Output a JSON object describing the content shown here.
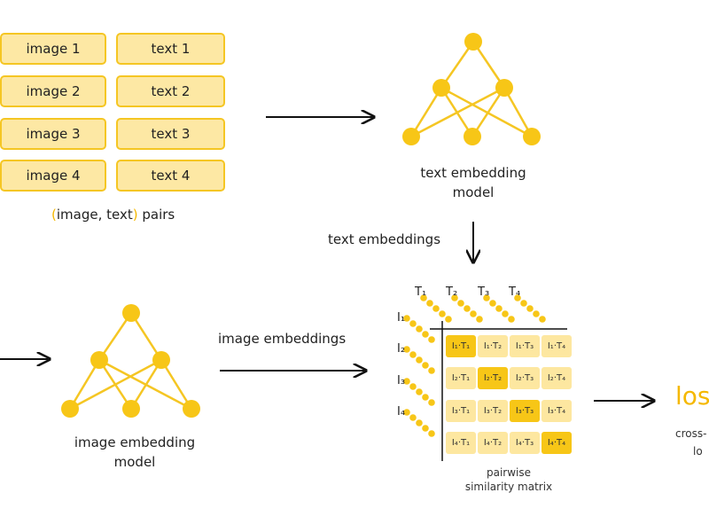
{
  "pairs": {
    "images": [
      "image 1",
      "image 2",
      "image 3",
      "image 4"
    ],
    "texts": [
      "text 1",
      "text 2",
      "text 3",
      "text 4"
    ],
    "caption_open": "(",
    "caption_image": "image, text",
    "caption_close": ")",
    "caption_tail": " pairs"
  },
  "text_model": {
    "line1": "text embedding",
    "line2": "model"
  },
  "image_model": {
    "line1": "image embedding",
    "line2": "model"
  },
  "text_embeddings_label": "text embeddings",
  "image_embeddings_label": "image embeddings",
  "matrix": {
    "col_labels": [
      "T₁",
      "T₂",
      "T₃",
      "T₄"
    ],
    "row_labels": [
      "I₁",
      "I₂",
      "I₃",
      "I₄"
    ],
    "cells": [
      [
        "I₁·T₁",
        "I₁·T₂",
        "I₁·T₃",
        "I₁·T₄"
      ],
      [
        "I₂·T₁",
        "I₂·T₂",
        "I₂·T₃",
        "I₂·T₄"
      ],
      [
        "I₃·T₁",
        "I₃·T₂",
        "I₃·T₃",
        "I₃·T₄"
      ],
      [
        "I₄·T₁",
        "I₄·T₂",
        "I₄·T₃",
        "I₄·T₄"
      ]
    ],
    "caption_line1": "pairwise",
    "caption_line2": "similarity matrix"
  },
  "loss": {
    "title": "los",
    "line1": "cross-",
    "line2": "lo"
  },
  "colors": {
    "accent": "#f5c623",
    "fill_light": "#fde8a4",
    "diag": "#f7c617",
    "text": "#222222"
  }
}
